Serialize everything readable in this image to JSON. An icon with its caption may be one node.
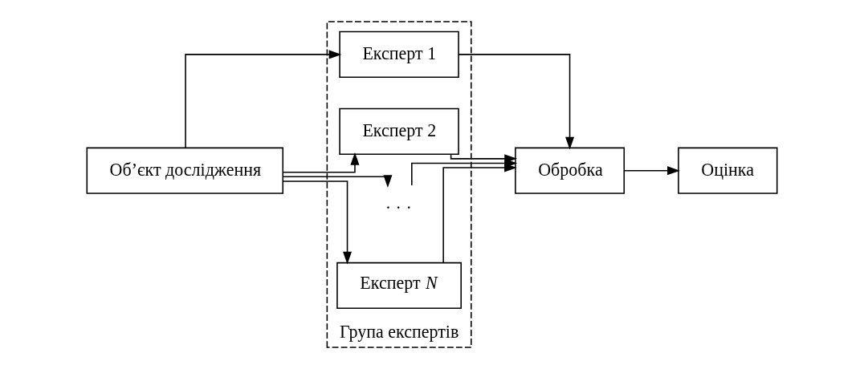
{
  "diagram": {
    "nodes": [
      {
        "text": [
          "Об’єкт дослідження"
        ]
      },
      {
        "text": [
          "Група експертів"
        ]
      },
      {
        "text": [
          "Експерт 1"
        ],
        "in": 1
      },
      {
        "text": [
          "Експерт 2"
        ],
        "in": 1
      },
      {
        "text": [
          "· · ·"
        ],
        "in": 1
      },
      {
        "text": [
          "Експерт *N*"
        ],
        "in": 1
      },
      {
        "text": [
          "Обробка"
        ]
      },
      {
        "text": [
          "Оцінка"
        ]
      }
    ],
    "edges": [
      {
        "from": 0,
        "to": 2,
        "arrow": "to"
      },
      {
        "from": 0,
        "to": 3,
        "arrow": "to"
      },
      {
        "from": 0,
        "to": 4,
        "arrow": "to"
      },
      {
        "from": 0,
        "to": 5,
        "arrow": "to"
      },
      {
        "from": 2,
        "to": 6,
        "arrow": "to"
      },
      {
        "from": 3,
        "to": 6,
        "arrow": "to"
      },
      {
        "from": 4,
        "to": 6,
        "arrow": "to"
      },
      {
        "from": 5,
        "to": 6,
        "arrow": "to"
      },
      {
        "from": 6,
        "to": 7,
        "arrow": "to"
      }
    ]
  }
}
